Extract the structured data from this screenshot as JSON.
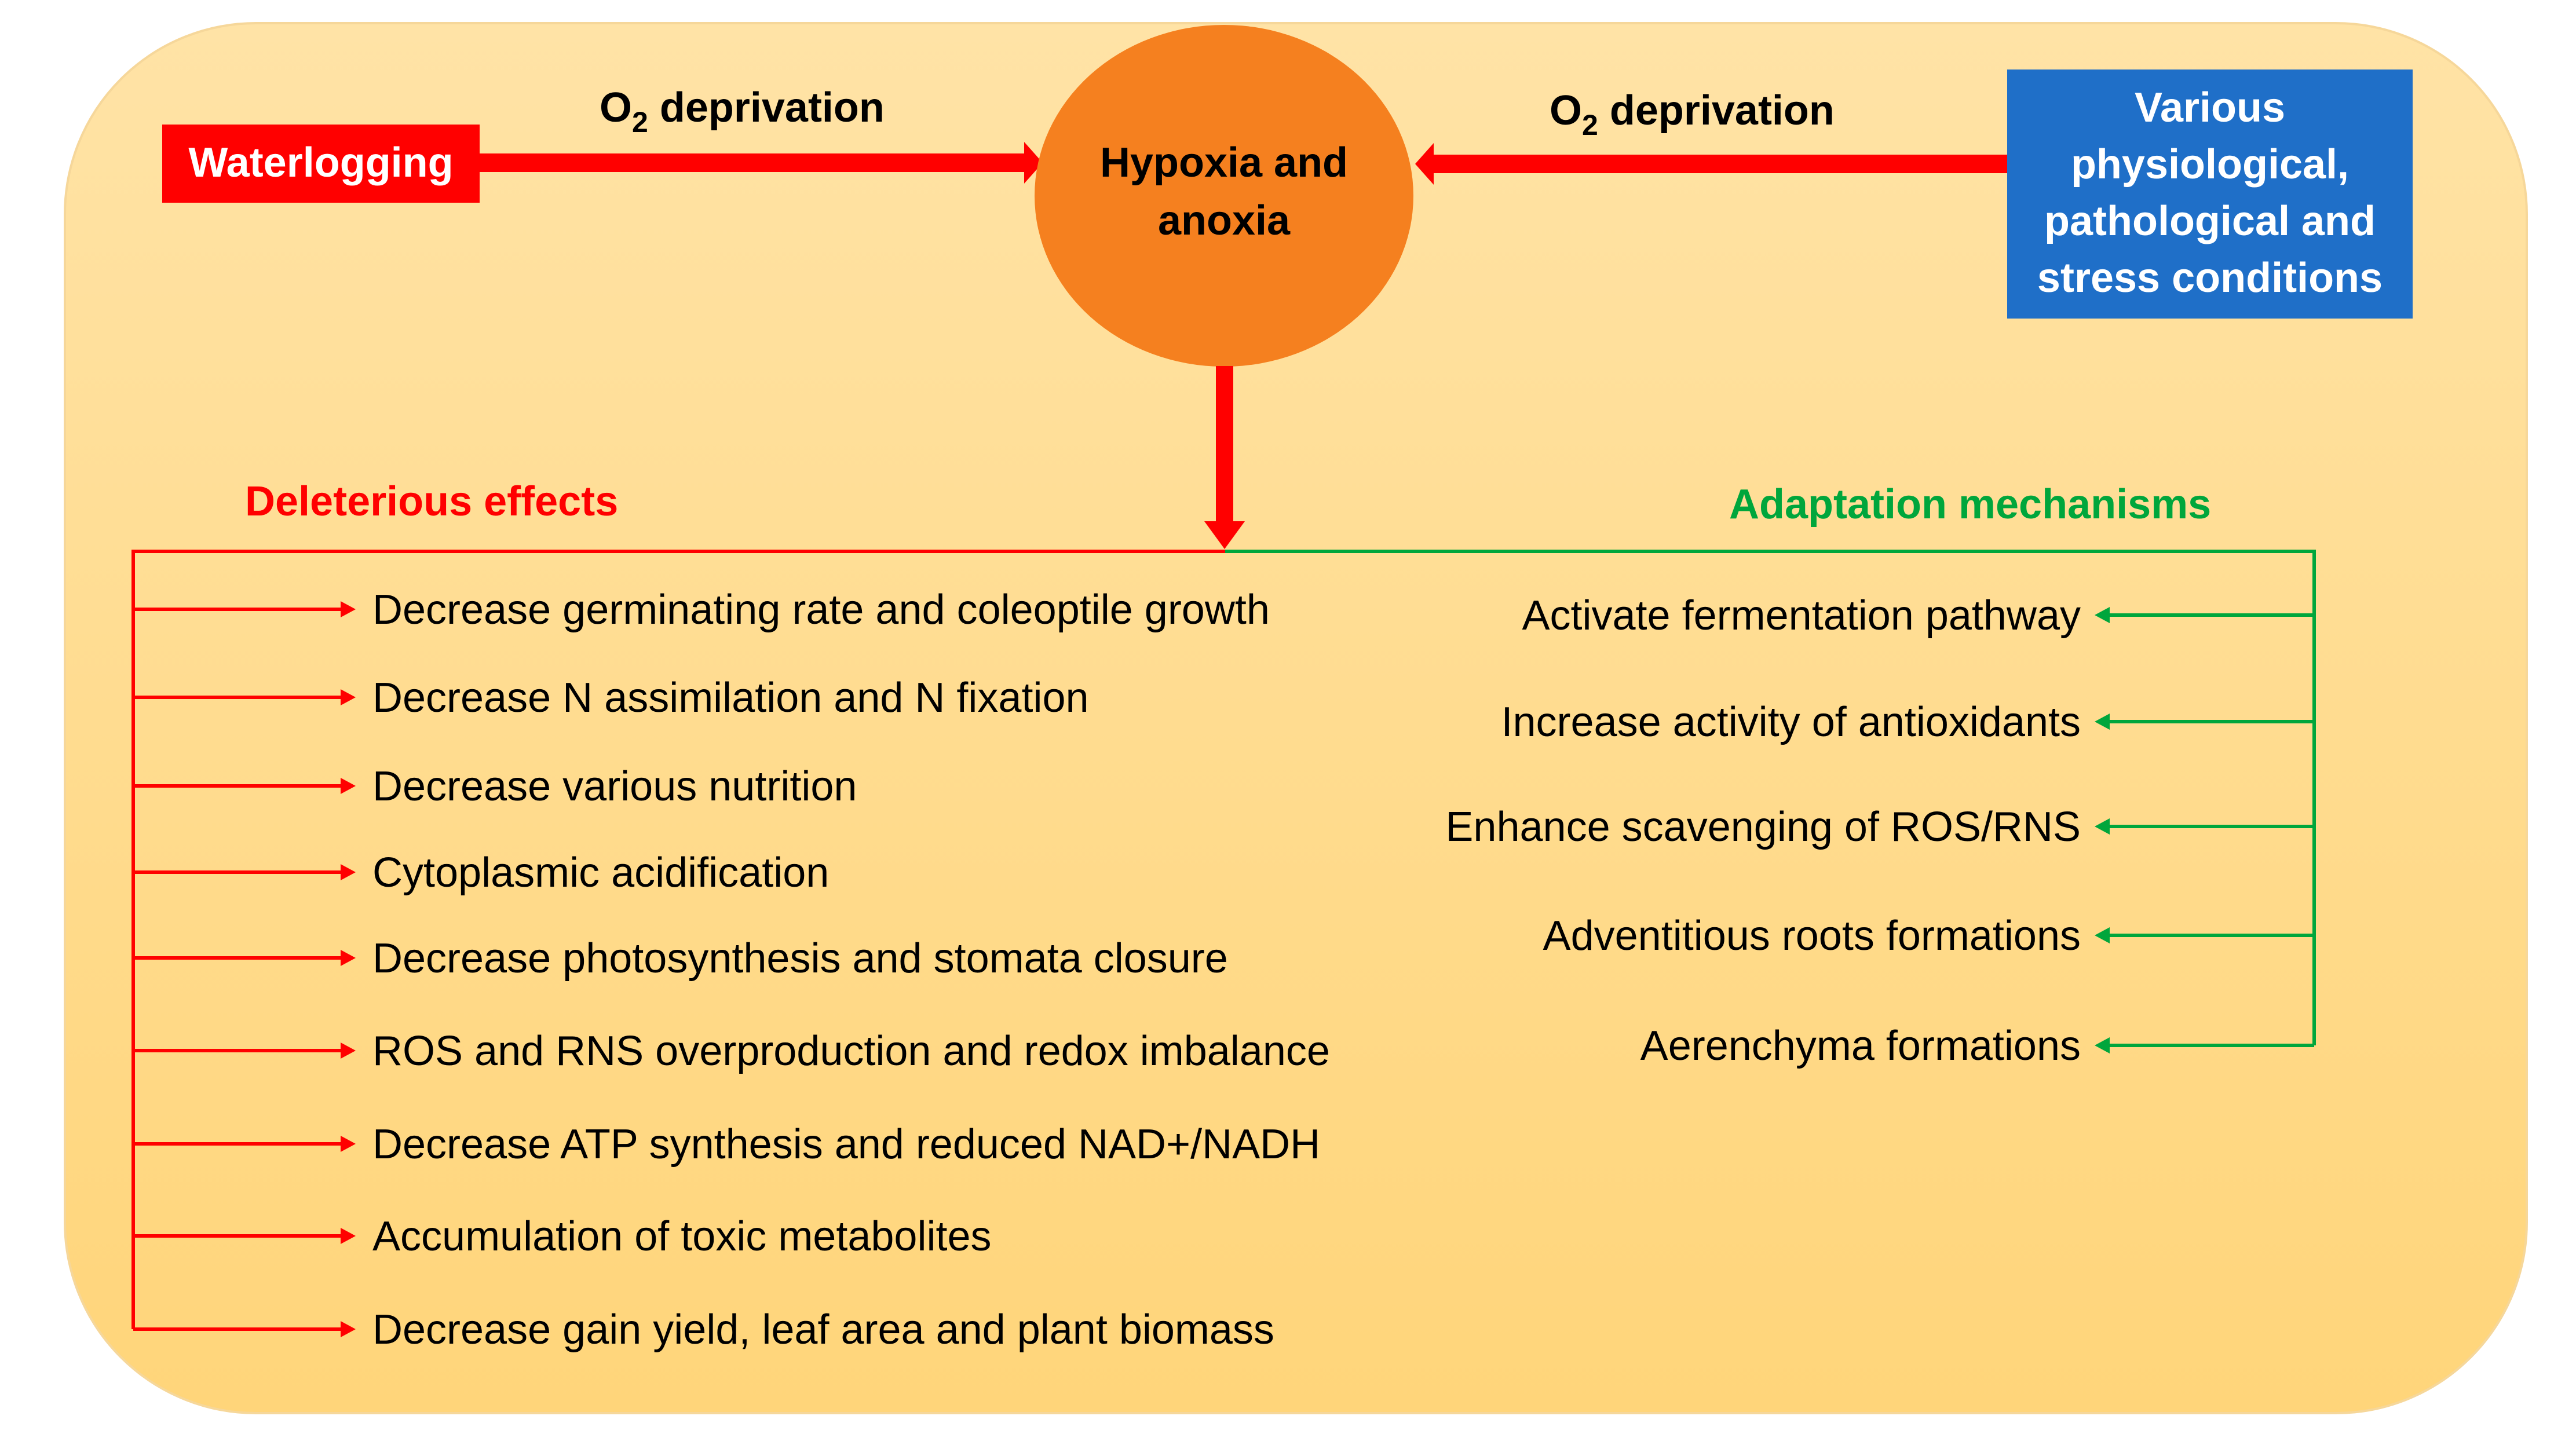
{
  "top_row": {
    "left_box": "Waterlogging",
    "left_arrow_label": {
      "main": "O",
      "sub": "2",
      "rest": " deprivation"
    },
    "center_circle": [
      "Hypoxia and",
      "anoxia"
    ],
    "right_arrow_label": {
      "main": "O",
      "sub": "2",
      "rest": " deprivation"
    },
    "right_box": [
      "Various",
      "physiological,",
      "pathological and",
      "stress conditions"
    ]
  },
  "deleterious": {
    "heading": "Deleterious effects",
    "items": [
      "Decrease germinating rate and coleoptile growth",
      "Decrease N assimilation and N fixation",
      "Decrease various nutrition",
      "Cytoplasmic acidification",
      "Decrease photosynthesis and stomata closure",
      "ROS and RNS overproduction and redox imbalance",
      "Decrease ATP synthesis and reduced NAD+/NADH",
      "Accumulation of toxic metabolites",
      "Decrease gain yield, leaf area and plant biomass"
    ]
  },
  "adaptation": {
    "heading": "Adaptation mechanisms",
    "items": [
      "Activate fermentation pathway",
      "Increase activity of antioxidants",
      "Enhance scavenging of ROS/RNS",
      "Adventitious roots formations",
      "Aerenchyma formations"
    ]
  },
  "colors": {
    "background_top": "#FFE3A6",
    "background_bottom": "#FFD57A",
    "red": "#FF0000",
    "green": "#00A63C",
    "orange_circle": "#F5801F",
    "blue_box": "#1F6FC8",
    "text": "#000000"
  }
}
